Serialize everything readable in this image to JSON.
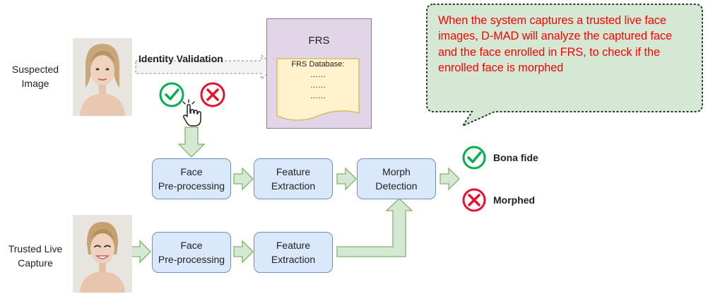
{
  "inputs": {
    "suspected_label": "Suspected\nImage",
    "trusted_label": "Trusted Live\nCapture"
  },
  "identity_validation_label": "Identity Validation",
  "frs": {
    "title": "FRS",
    "database_label": "FRS Database:",
    "entries": [
      "……",
      "……",
      "……"
    ]
  },
  "pipeline": {
    "top": [
      "Face\nPre-processing",
      "Feature\nExtraction",
      "Morph\nDetection"
    ],
    "bottom": [
      "Face\nPre-processing",
      "Feature\nExtraction"
    ]
  },
  "outputs": {
    "bona_fide": "Bona fide",
    "morphed": "Morphed"
  },
  "callout_text": "When the system captures a trusted live face images, D-MAD will analyze the captured face and the face enrolled in FRS, to check if the enrolled face is morphed",
  "colors": {
    "process_fill": "#dae8fc",
    "process_stroke": "#6c8ebf",
    "frs_fill": "#e1d5e7",
    "frs_stroke": "#9673a6",
    "database_fill": "#fff2cc",
    "database_stroke": "#d6b656",
    "callout_fill": "#d5e8d4",
    "arrow_fill": "#d5e8d4",
    "arrow_stroke": "#82b366",
    "check_green": "#00b050",
    "cross_red": "#e8112d",
    "callout_text": "#ff0000"
  },
  "icons": [
    "check-icon",
    "cross-icon",
    "hand-pointer-icon"
  ]
}
